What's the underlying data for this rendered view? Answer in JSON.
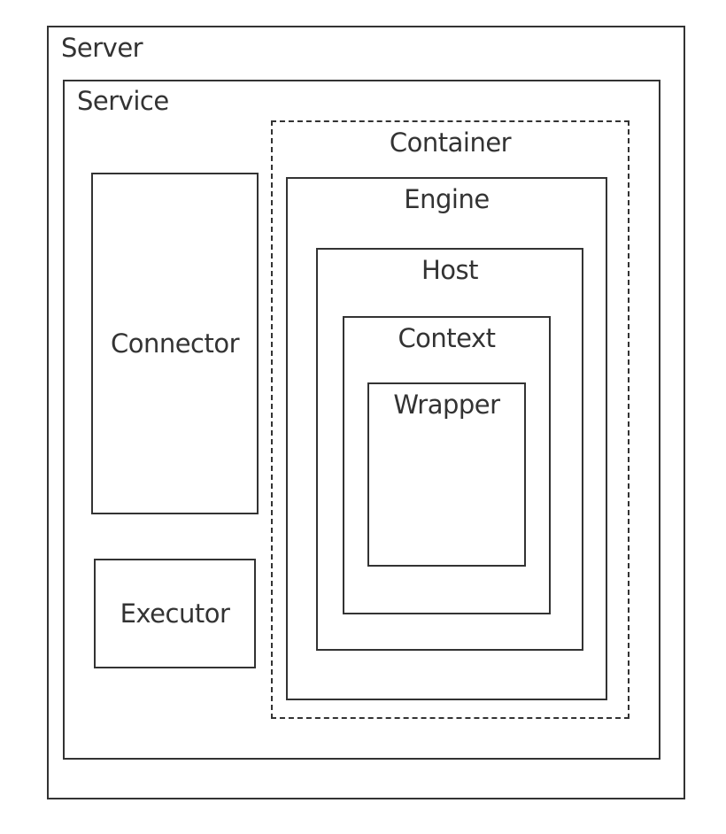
{
  "diagram": {
    "server": {
      "label": "Server"
    },
    "service": {
      "label": "Service"
    },
    "connector": {
      "label": "Connector"
    },
    "executor": {
      "label": "Executor"
    },
    "container": {
      "label": "Container"
    },
    "engine": {
      "label": "Engine"
    },
    "host": {
      "label": "Host"
    },
    "context": {
      "label": "Context"
    },
    "wrapper": {
      "label": "Wrapper"
    }
  }
}
